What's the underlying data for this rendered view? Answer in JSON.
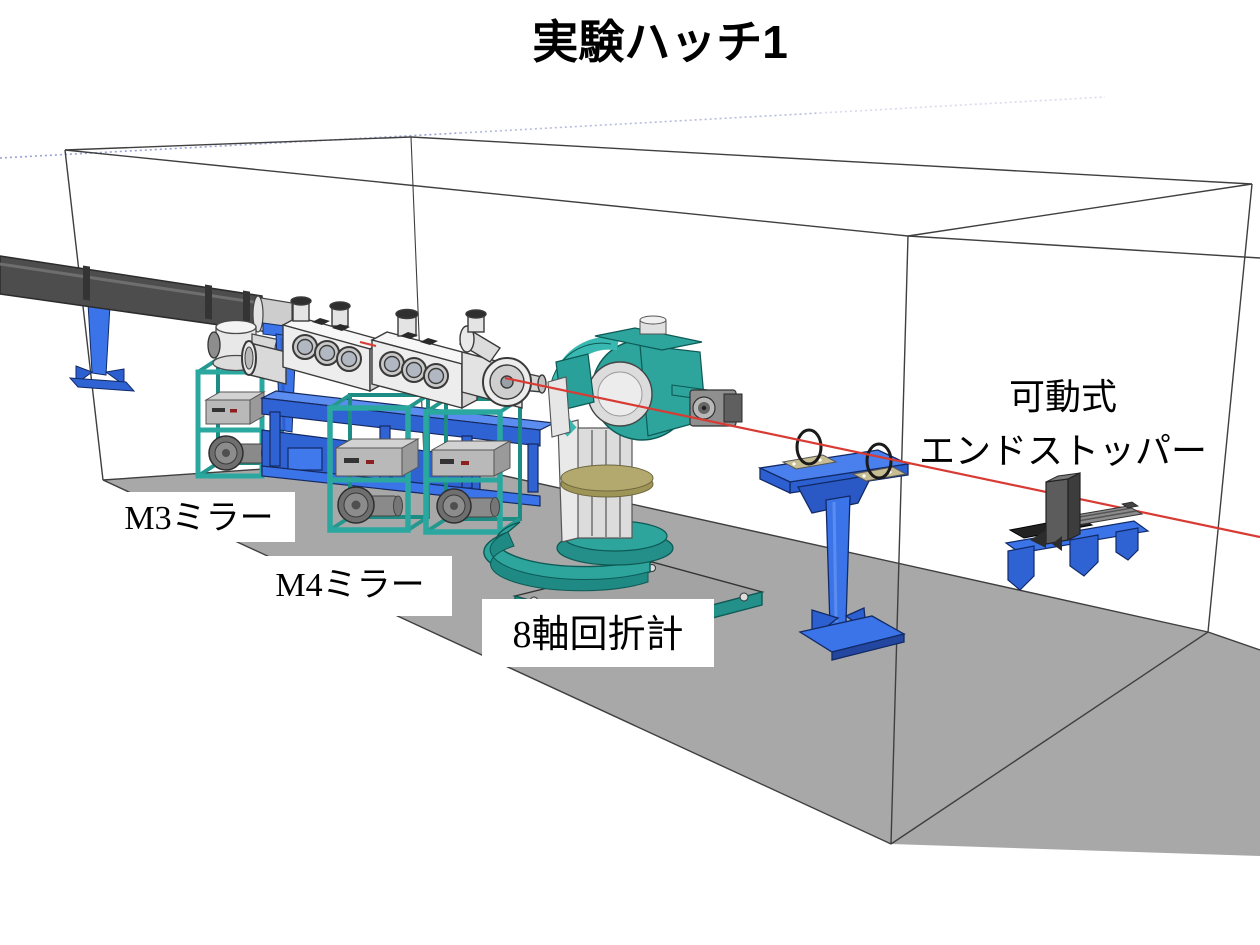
{
  "title": "実験ハッチ1",
  "labels": {
    "m3_mirror": "M3ミラー",
    "m4_mirror": "M4ミラー",
    "diffractometer": "8軸回折計",
    "end_stopper_line1": "可動式",
    "end_stopper_line2": "エンドストッパー"
  },
  "colors": {
    "floor_gray": "#a8a8a8",
    "wireframe": "#3f3f3f",
    "guide_line_blue": "#8e98cf",
    "beam_red": "#d83b34",
    "support_blue": "#3a74e8",
    "support_blue_dark": "#2c5fd0",
    "frame_teal": "#2aa8a0",
    "frame_teal_dark": "#17726d",
    "equipment_white": "#ededed",
    "pipe_gray": "#4d4d4d",
    "platform_olive": "#b3a96f"
  }
}
